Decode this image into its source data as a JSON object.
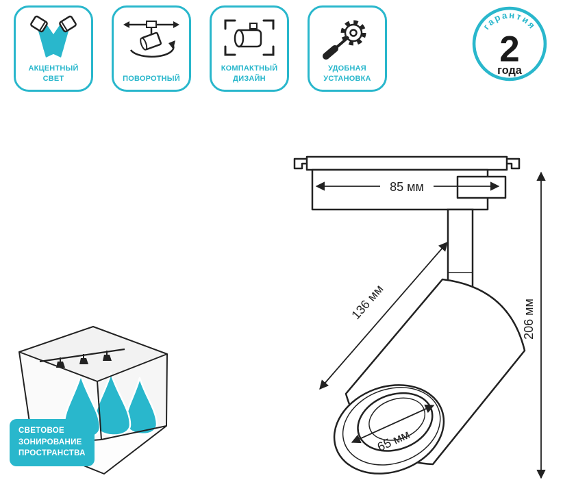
{
  "colors": {
    "brand": "#29b7cc",
    "ink": "#222222"
  },
  "badges": [
    {
      "icon": "accent-light-icon",
      "label_lines": [
        "АКЦЕНТНЫЙ",
        "СВЕТ"
      ]
    },
    {
      "icon": "rotatable-icon",
      "label_lines": [
        "ПОВОРОТНЫЙ"
      ]
    },
    {
      "icon": "compact-design-icon",
      "label_lines": [
        "КОМПАКТНЫЙ",
        "ДИЗАЙН"
      ]
    },
    {
      "icon": "easy-install-icon",
      "label_lines": [
        "УДОБНАЯ",
        "УСТАНОВКА"
      ]
    }
  ],
  "warranty": {
    "arc_text": "гарантия",
    "number": "2",
    "unit": "года"
  },
  "dimensions": {
    "adapter_width": "85 мм",
    "body_length": "136 мм",
    "total_height": "206 мм",
    "face_diameter": "65 мм"
  },
  "zoning_label": {
    "lines": [
      "СВЕТОВОЕ",
      "ЗОНИРОВАНИЕ",
      "ПРОСТРАНСТВА"
    ]
  }
}
